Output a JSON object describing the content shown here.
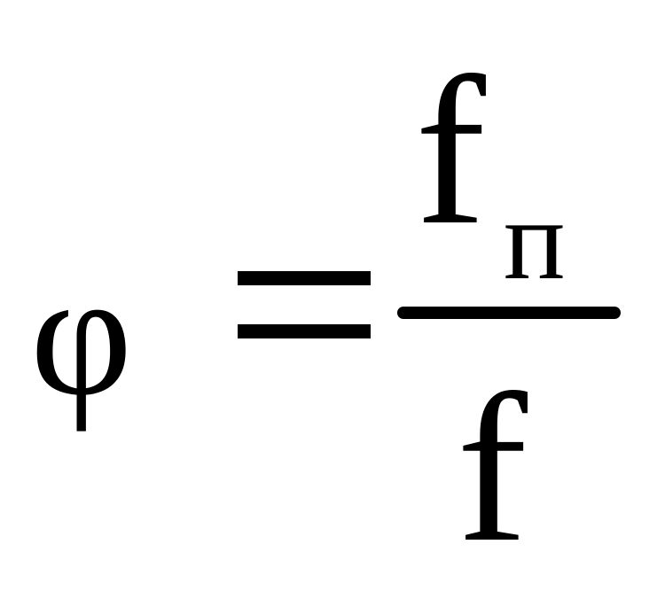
{
  "formula": {
    "lhs": "φ",
    "numerator": {
      "base": "f",
      "subscript": "п"
    },
    "denominator": "f",
    "colors": {
      "ink": "#000000",
      "background": "#ffffff"
    }
  }
}
